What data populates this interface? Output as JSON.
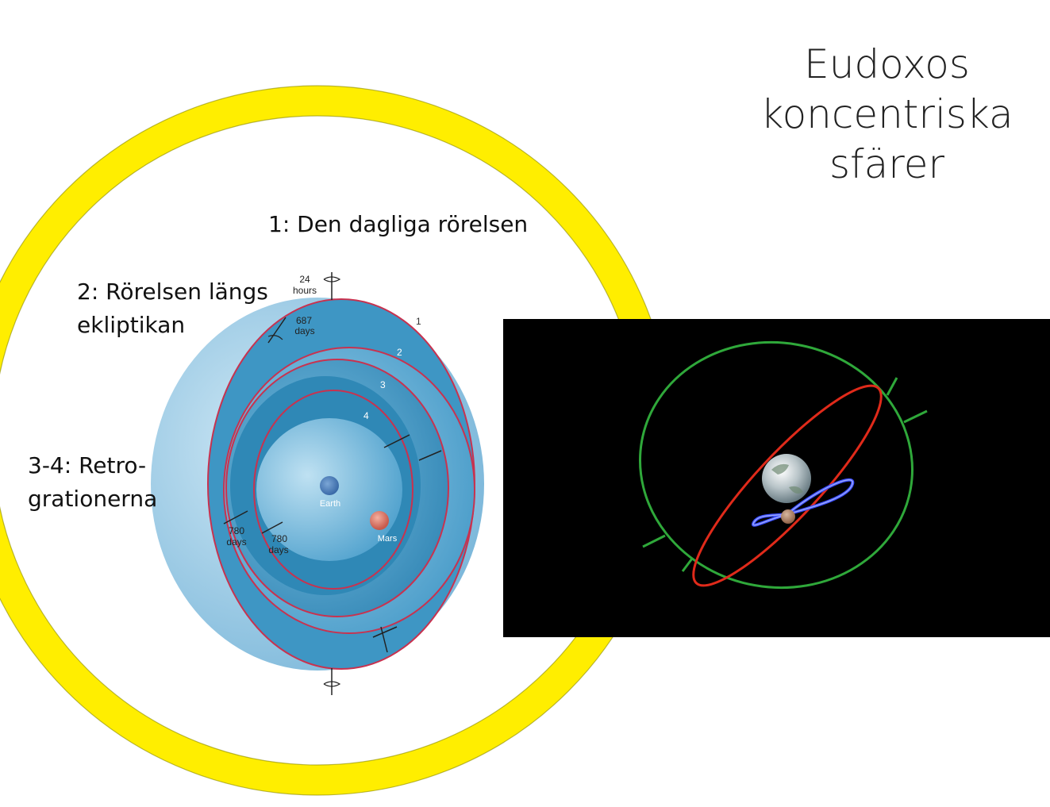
{
  "title": {
    "line1": "Eudoxos",
    "line2": "koncentriska",
    "line3": "sfärer"
  },
  "labels": {
    "sphere1": "1: Den dagliga rörelsen",
    "sphere2_line1": "2: Rörelsen längs",
    "sphere2_line2": "ekliptikan",
    "sphere34_line1": "3-4: Retro-",
    "sphere34_line2": "grationerna"
  },
  "diagram": {
    "period_24": "24",
    "period_24_unit": "hours",
    "period_687": "687",
    "period_687_unit": "days",
    "period_780a": "780",
    "period_780a_unit": "days",
    "period_780b": "780",
    "period_780b_unit": "days",
    "num1": "1",
    "num2": "2",
    "num3": "3",
    "num4": "4",
    "earth": "Earth",
    "mars": "Mars"
  },
  "colors": {
    "ring": "#ffee00",
    "sphere_outer": "#8fc3df",
    "sphere_mid": "#4ea3cc",
    "sphere_inner": "#2f8ab8",
    "sphere_edge": "#c8324f",
    "green_orbit": "#2fa83a",
    "red_orbit": "#e02a1a",
    "blue_loop": "#3a4cff"
  }
}
